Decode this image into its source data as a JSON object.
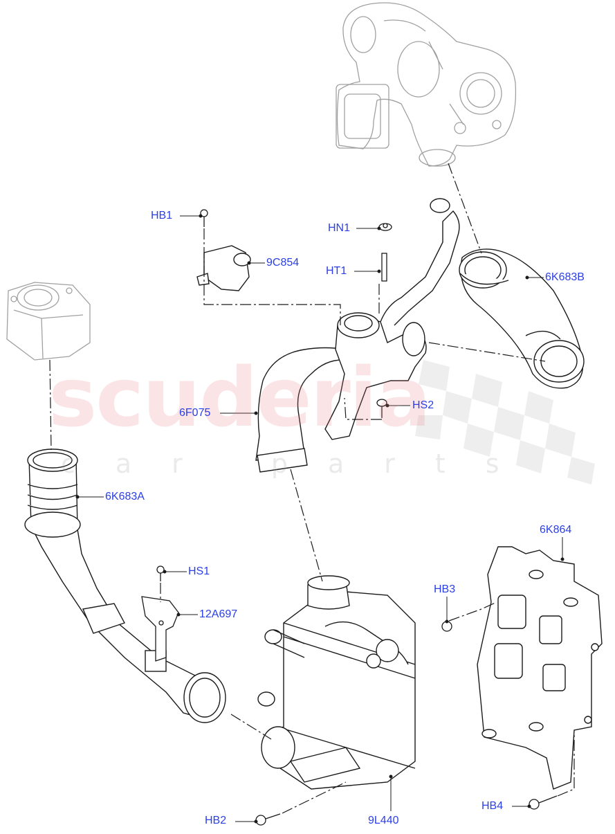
{
  "watermark": {
    "brand": "scuderia",
    "subtitle": "car parts"
  },
  "callouts": {
    "HB1": "HB1",
    "HN1": "HN1",
    "HT1": "HT1",
    "p9C854": "9C854",
    "p6K683B": "6K683B",
    "p6F075": "6F075",
    "HS2": "HS2",
    "p6K683A": "6K683A",
    "HS1": "HS1",
    "p12A697": "12A697",
    "p6K864": "6K864",
    "HB3": "HB3",
    "HB2": "HB2",
    "p9L440": "9L440",
    "HB4": "HB4"
  },
  "colors": {
    "label": "#2a3ee8",
    "line": "#1a1a1a",
    "ghost": "#9a9a9a",
    "watermark": "#e87882"
  }
}
